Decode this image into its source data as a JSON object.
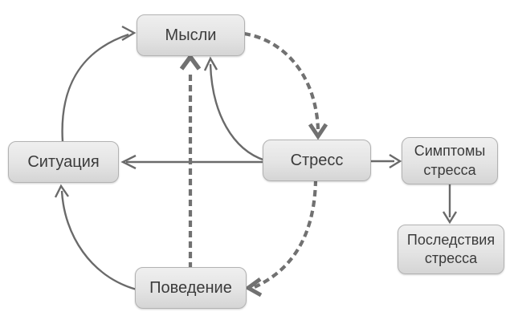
{
  "diagram": {
    "type": "flowchart",
    "language": "ru",
    "nodes": {
      "thoughts": {
        "label": "Мысли"
      },
      "situation": {
        "label": "Ситуация"
      },
      "stress": {
        "label": "Стресс"
      },
      "behavior": {
        "label": "Поведение"
      },
      "symptoms": {
        "label": "Симптомы стресса"
      },
      "consequences": {
        "label": "Последствия стресса"
      }
    },
    "edges": [
      {
        "from": "situation",
        "to": "thoughts",
        "style": "solid",
        "shape": "curved"
      },
      {
        "from": "thoughts",
        "to": "stress",
        "style": "dashed",
        "shape": "curved"
      },
      {
        "from": "stress",
        "to": "situation",
        "style": "solid",
        "shape": "straight"
      },
      {
        "from": "stress",
        "to": "thoughts",
        "style": "solid",
        "shape": "curved"
      },
      {
        "from": "behavior",
        "to": "thoughts",
        "style": "dashed",
        "shape": "straight"
      },
      {
        "from": "stress",
        "to": "behavior",
        "style": "dashed",
        "shape": "curved"
      },
      {
        "from": "behavior",
        "to": "situation",
        "style": "solid",
        "shape": "curved"
      },
      {
        "from": "stress",
        "to": "symptoms",
        "style": "solid",
        "shape": "straight"
      },
      {
        "from": "symptoms",
        "to": "consequences",
        "style": "solid",
        "shape": "straight"
      }
    ],
    "colors": {
      "background": "#ffffff",
      "node_fill_top": "#efefef",
      "node_fill_bottom": "#d5d5d5",
      "node_border": "#b2b2b2",
      "node_text": "#3b3b3b",
      "arrow_solid": "#6a6a6a",
      "arrow_dashed": "#717171"
    }
  }
}
